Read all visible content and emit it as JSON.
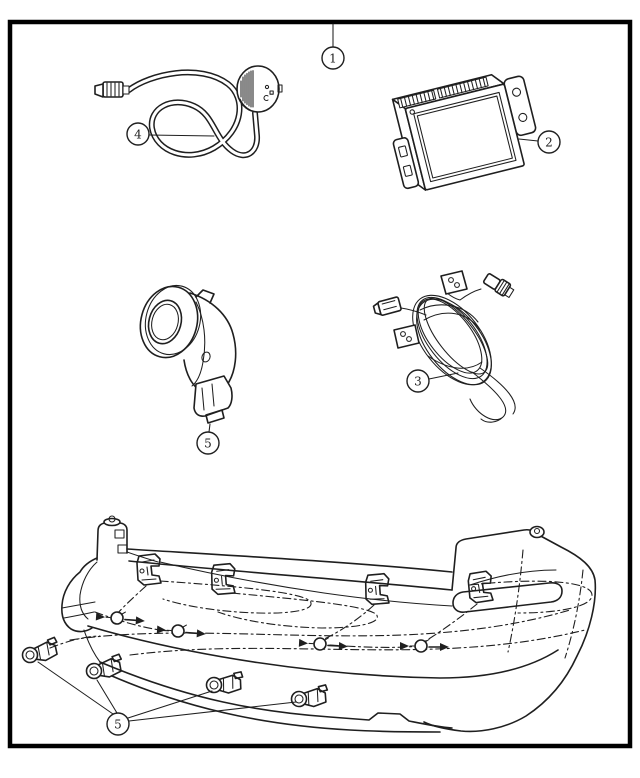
{
  "callouts": {
    "c1": "1",
    "c2": "2",
    "c3": "3",
    "c4": "4",
    "c5_sensor": "5",
    "c5_bumper": "5"
  },
  "colors": {
    "ink": "#1f1f1f",
    "paper": "#ffffff",
    "frame": "#000000"
  }
}
